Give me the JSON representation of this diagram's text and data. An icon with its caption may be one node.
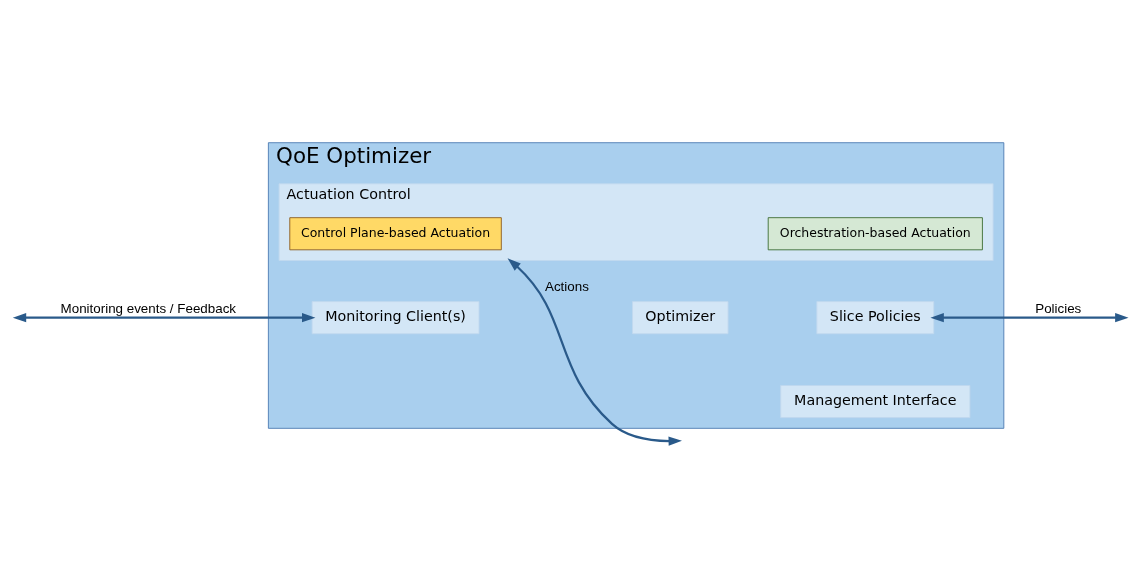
{
  "diagram": {
    "nodes": [
      {
        "text": [
          "QoE Optimizer"
        ]
      },
      {
        "text": [
          "Management Interface"
        ],
        "in": 0
      },
      {
        "text": [
          "Monitoring Client(s)"
        ],
        "in": 0
      },
      {
        "text": [
          "Optimizer"
        ],
        "in": 0
      },
      {
        "text": [
          "Slice Policies"
        ],
        "in": 0
      },
      {
        "text": [
          "Actuation Control"
        ],
        "in": 0
      },
      {
        "text": [
          "Control Plane-based Actuation"
        ],
        "in": 5
      },
      {
        "text": [
          "Orchestration-based Actuation"
        ],
        "in": 5
      }
    ],
    "edges": [
      {
        "from": null,
        "to": 2,
        "arrow": "both",
        "label": "Monitoring events / Feedback"
      },
      {
        "from": 4,
        "to": null,
        "arrow": "both",
        "label": "Policies"
      },
      {
        "from": 5,
        "to": null,
        "arrow": "both",
        "label": "Actions"
      }
    ]
  }
}
